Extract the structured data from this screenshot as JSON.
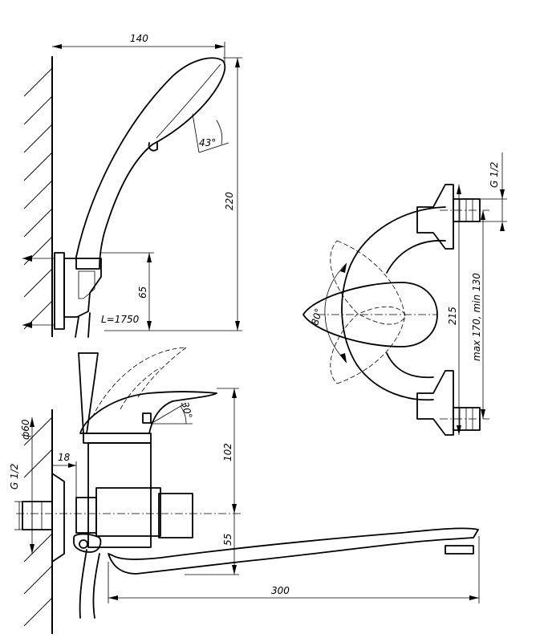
{
  "dimensions": {
    "shower_width": "140",
    "shower_height": "220",
    "holder_height": "65",
    "hose_length": "L=1750",
    "head_angle": "43°",
    "lever_angle": "30°",
    "flange_diameter": "ф60",
    "thread_left": "G 1/2",
    "inlet_offset": "18",
    "body_height": "102",
    "spout_height": "55",
    "spout_reach": "300",
    "thread_right": "G 1/2",
    "swivel_angle": "80°",
    "body_width": "215",
    "center_distance": "max 170, min 130"
  }
}
